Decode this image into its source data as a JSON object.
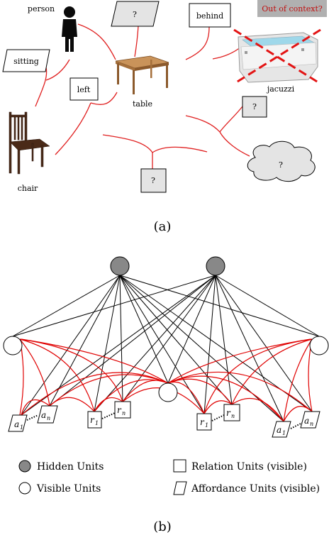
{
  "panel_a": {
    "labels": {
      "person": "person",
      "table": "table",
      "chair": "chair",
      "jacuzzi": "jacuzzi",
      "sitting": "sitting",
      "behind": "behind",
      "left": "left",
      "q1": "?",
      "q2": "?",
      "q3": "?",
      "q4": "?",
      "out_of_context": "Out of context?"
    },
    "colors": {
      "edge": "#e02020",
      "box_grey": "#e4e4e4",
      "banner": "#b0b0b0",
      "cross": "#e31414"
    },
    "caption": "(a)"
  },
  "panel_b": {
    "units": {
      "a1_left": {
        "base": "a",
        "sub": "1"
      },
      "an_left": {
        "base": "a",
        "sub": "n"
      },
      "r1_left": {
        "base": "r",
        "sub": "1"
      },
      "rn_left": {
        "base": "r",
        "sub": "n"
      },
      "r1_right": {
        "base": "r",
        "sub": "1"
      },
      "rn_right": {
        "base": "r",
        "sub": "n"
      },
      "a1_right": {
        "base": "a",
        "sub": "1"
      },
      "an_right": {
        "base": "a",
        "sub": "n"
      }
    },
    "legend": {
      "hidden": "Hidden Units",
      "visible": "Visible Units",
      "relation": "Relation Units (visible)",
      "affordance": "Affordance Units (visible)"
    },
    "colors": {
      "hidden_fill": "#888888",
      "edge_black": "#000000",
      "edge_red": "#e00000"
    },
    "caption": "(b)"
  }
}
